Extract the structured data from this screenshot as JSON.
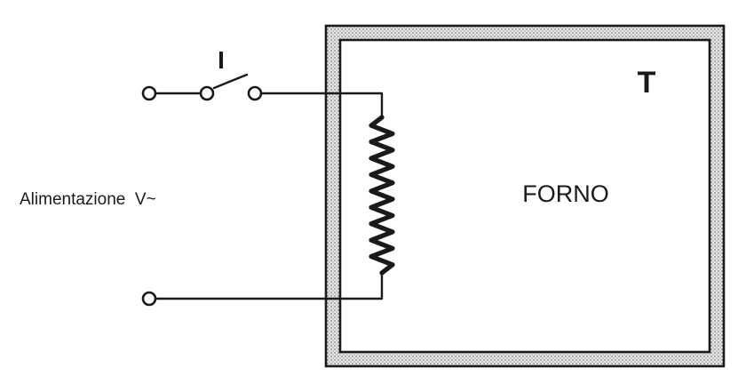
{
  "labels": {
    "supply": "Alimentazione  V~",
    "switch": "I",
    "oven": "FORNO",
    "temperature": "T"
  },
  "colors": {
    "line": "#1a1a1a",
    "insulation": "#c8c8c8",
    "background": "#ffffff"
  }
}
